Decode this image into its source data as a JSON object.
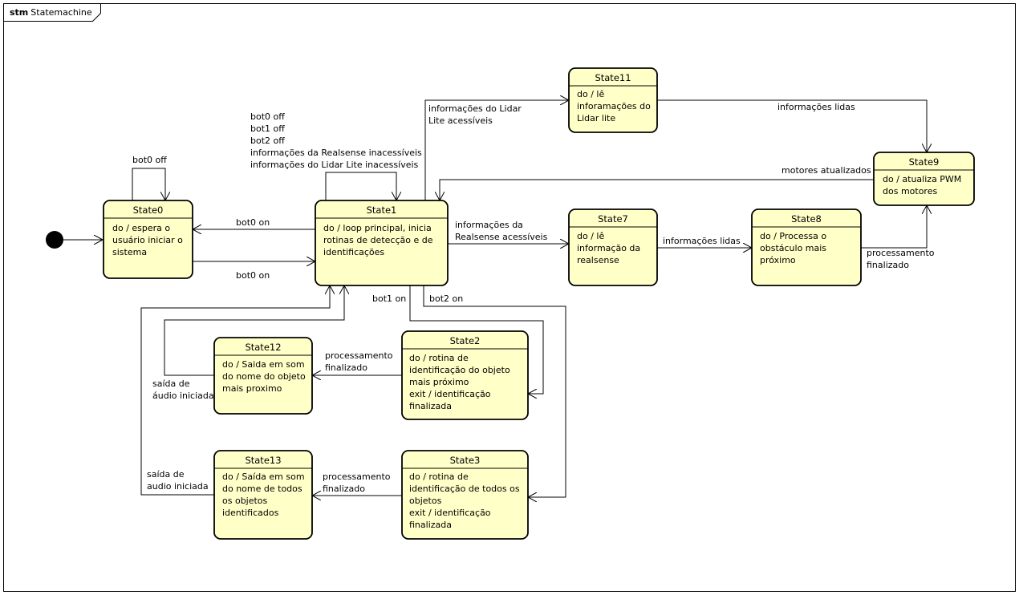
{
  "frame": {
    "keyword": "stm",
    "name": "Statemachine"
  },
  "states": {
    "s0": {
      "name": "State0",
      "lines": [
        "do / espera o",
        "usuário iniciar o",
        "sistema"
      ]
    },
    "s1": {
      "name": "State1",
      "lines": [
        "do / loop principal, inicia",
        "rotinas de detecção e de",
        "identificações"
      ]
    },
    "s11": {
      "name": "State11",
      "lines": [
        "do / lê",
        "inforamações do",
        "Lidar lite"
      ]
    },
    "s9": {
      "name": "State9",
      "lines": [
        "do / atualiza PWM",
        "dos motores"
      ]
    },
    "s7": {
      "name": "State7",
      "lines": [
        "do / lê",
        "informação da",
        "realsense"
      ]
    },
    "s8": {
      "name": "State8",
      "lines": [
        "do / Processa  o",
        "obstáculo mais",
        "próximo"
      ]
    },
    "s2": {
      "name": "State2",
      "lines": [
        "do / rotina de",
        "identificação do objeto",
        "mais próximo",
        "exit / identificação",
        "finalizada"
      ]
    },
    "s12": {
      "name": "State12",
      "lines": [
        "do / Saida em som",
        "do nome do objeto",
        "mais proximo"
      ]
    },
    "s3": {
      "name": "State3",
      "lines": [
        "do / rotina de",
        "identificação de todos os",
        "objetos",
        "exit / identificação",
        "finalizada"
      ]
    },
    "s13": {
      "name": "State13",
      "lines": [
        "do / Saída em som",
        "do nome de todos",
        "os objetos",
        "identificados"
      ]
    }
  },
  "labels": {
    "s0_self": [
      "bot0 off"
    ],
    "s1_self": [
      "bot0 off",
      "bot1 off",
      "bot2 off",
      "informações da Realsense inacessíveis",
      "informações do Lidar Lite inacessíveis"
    ],
    "s1_s0": [
      "bot0 on"
    ],
    "s0_s1": [
      "bot0 on"
    ],
    "s1_s11": [
      "informações do Lidar",
      "Lite acessíveis"
    ],
    "s11_s9": [
      "informações lidas"
    ],
    "s9_s1": [
      "motores atualizados"
    ],
    "s1_s7": [
      "informações da",
      "Realsense acessíveis"
    ],
    "s7_s8": [
      "informações lidas"
    ],
    "s8_s9": [
      "processamento",
      "finalizado"
    ],
    "s1_s2": [
      "bot1 on"
    ],
    "s1_s3": [
      "bot2 on"
    ],
    "s2_s12": [
      "processamento",
      "finalizado"
    ],
    "s12_s1": [
      "saída de",
      "áudio iniciada"
    ],
    "s3_s13": [
      "processamento",
      "finalizado"
    ],
    "s13_s1": [
      "saída de",
      "audio iniciada"
    ]
  }
}
